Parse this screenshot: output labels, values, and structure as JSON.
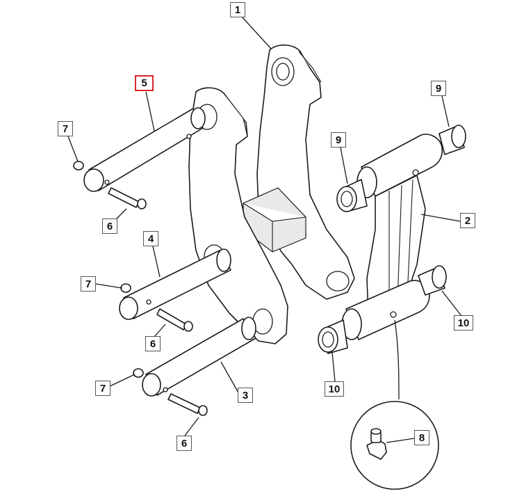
{
  "diagram": {
    "highlight_color": "#d6262b",
    "callouts": [
      {
        "id": "c1",
        "label": "1",
        "highlighted": false
      },
      {
        "id": "c5",
        "label": "5",
        "highlighted": true
      },
      {
        "id": "c7a",
        "label": "7",
        "highlighted": false
      },
      {
        "id": "c6a",
        "label": "6",
        "highlighted": false
      },
      {
        "id": "c4",
        "label": "4",
        "highlighted": false
      },
      {
        "id": "c7b",
        "label": "7",
        "highlighted": false
      },
      {
        "id": "c6b",
        "label": "6",
        "highlighted": false
      },
      {
        "id": "c7c",
        "label": "7",
        "highlighted": false
      },
      {
        "id": "c3",
        "label": "3",
        "highlighted": false
      },
      {
        "id": "c6c",
        "label": "6",
        "highlighted": false
      },
      {
        "id": "c9a",
        "label": "9",
        "highlighted": false
      },
      {
        "id": "c9b",
        "label": "9",
        "highlighted": false
      },
      {
        "id": "c2",
        "label": "2",
        "highlighted": false
      },
      {
        "id": "c10a",
        "label": "10",
        "highlighted": false
      },
      {
        "id": "c10b",
        "label": "10",
        "highlighted": false
      },
      {
        "id": "c8",
        "label": "8",
        "highlighted": false
      }
    ]
  }
}
